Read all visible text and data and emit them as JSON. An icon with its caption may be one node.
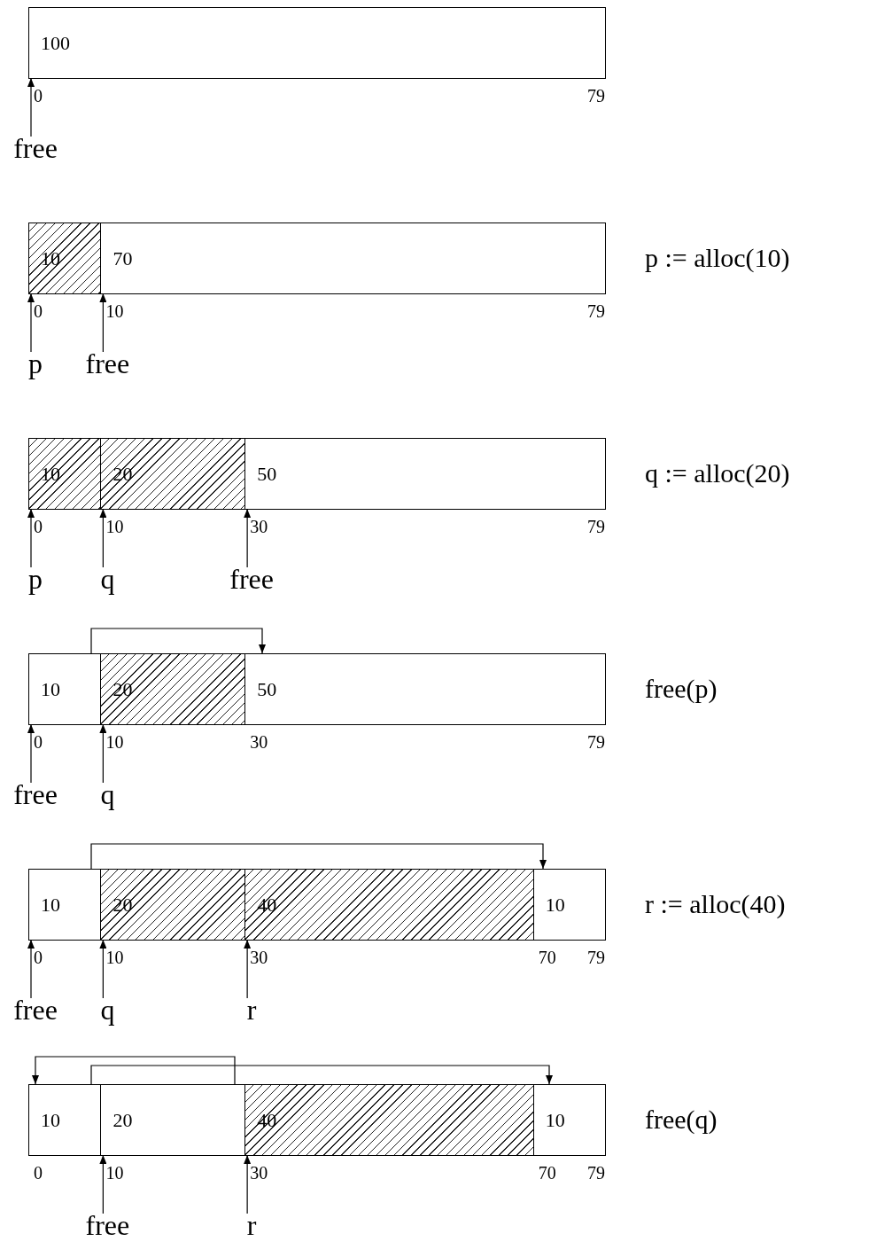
{
  "diagram": {
    "nodes": [
      {
        "text": [
          "100"
        ]
      },
      {
        "text": [
          "free"
        ]
      },
      {
        "text": [
          "10"
        ]
      },
      {
        "text": [
          "70"
        ]
      },
      {
        "text": [
          "p"
        ]
      },
      {
        "text": [
          "free"
        ]
      },
      {
        "text": [
          "10"
        ]
      },
      {
        "text": [
          "20"
        ]
      },
      {
        "text": [
          "50"
        ]
      },
      {
        "text": [
          "p"
        ]
      },
      {
        "text": [
          "q"
        ]
      },
      {
        "text": [
          "free"
        ]
      },
      {
        "text": [
          "10"
        ]
      },
      {
        "text": [
          "20"
        ]
      },
      {
        "text": [
          "50"
        ]
      },
      {
        "text": [
          "free"
        ]
      },
      {
        "text": [
          "q"
        ]
      },
      {
        "text": [
          "10"
        ]
      },
      {
        "text": [
          "20"
        ]
      },
      {
        "text": [
          "40"
        ]
      },
      {
        "text": [
          "10"
        ]
      },
      {
        "text": [
          "free"
        ]
      },
      {
        "text": [
          "q"
        ]
      },
      {
        "text": [
          "r"
        ]
      },
      {
        "text": [
          "10"
        ]
      },
      {
        "text": [
          "20"
        ]
      },
      {
        "text": [
          "40"
        ]
      },
      {
        "text": [
          "10"
        ]
      },
      {
        "text": [
          "free"
        ]
      },
      {
        "text": [
          "r"
        ]
      }
    ],
    "edges": [
      {
        "from": 1,
        "to": 0,
        "arrow": "to"
      },
      {
        "from": 4,
        "to": 2,
        "arrow": "to"
      },
      {
        "from": 5,
        "to": 3,
        "arrow": "to"
      },
      {
        "from": 9,
        "to": 6,
        "arrow": "to"
      },
      {
        "from": 10,
        "to": 7,
        "arrow": "to"
      },
      {
        "from": 11,
        "to": 8,
        "arrow": "to"
      },
      {
        "from": 12,
        "to": 14,
        "arrow": "to"
      },
      {
        "from": 15,
        "to": 12,
        "arrow": "to"
      },
      {
        "from": 16,
        "to": 13,
        "arrow": "to"
      },
      {
        "from": 17,
        "to": 20,
        "arrow": "to"
      },
      {
        "from": 21,
        "to": 17,
        "arrow": "to"
      },
      {
        "from": 22,
        "to": 18,
        "arrow": "to"
      },
      {
        "from": 23,
        "to": 19,
        "arrow": "to"
      },
      {
        "from": 25,
        "to": 24,
        "arrow": "to"
      },
      {
        "from": 24,
        "to": 27,
        "arrow": "to"
      },
      {
        "from": 28,
        "to": 25,
        "arrow": "to"
      },
      {
        "from": 29,
        "to": 26,
        "arrow": "to"
      }
    ],
    "labels": [
      "0",
      "79",
      "p := alloc(10)",
      "0",
      "10",
      "79",
      "q := alloc(20)",
      "0",
      "10",
      "30",
      "79",
      "free(p)",
      "0",
      "10",
      "30",
      "79",
      "r := alloc(40)",
      "0",
      "10",
      "30",
      "70",
      "79",
      "free(q)",
      "0",
      "10",
      "30",
      "70",
      "79"
    ]
  }
}
